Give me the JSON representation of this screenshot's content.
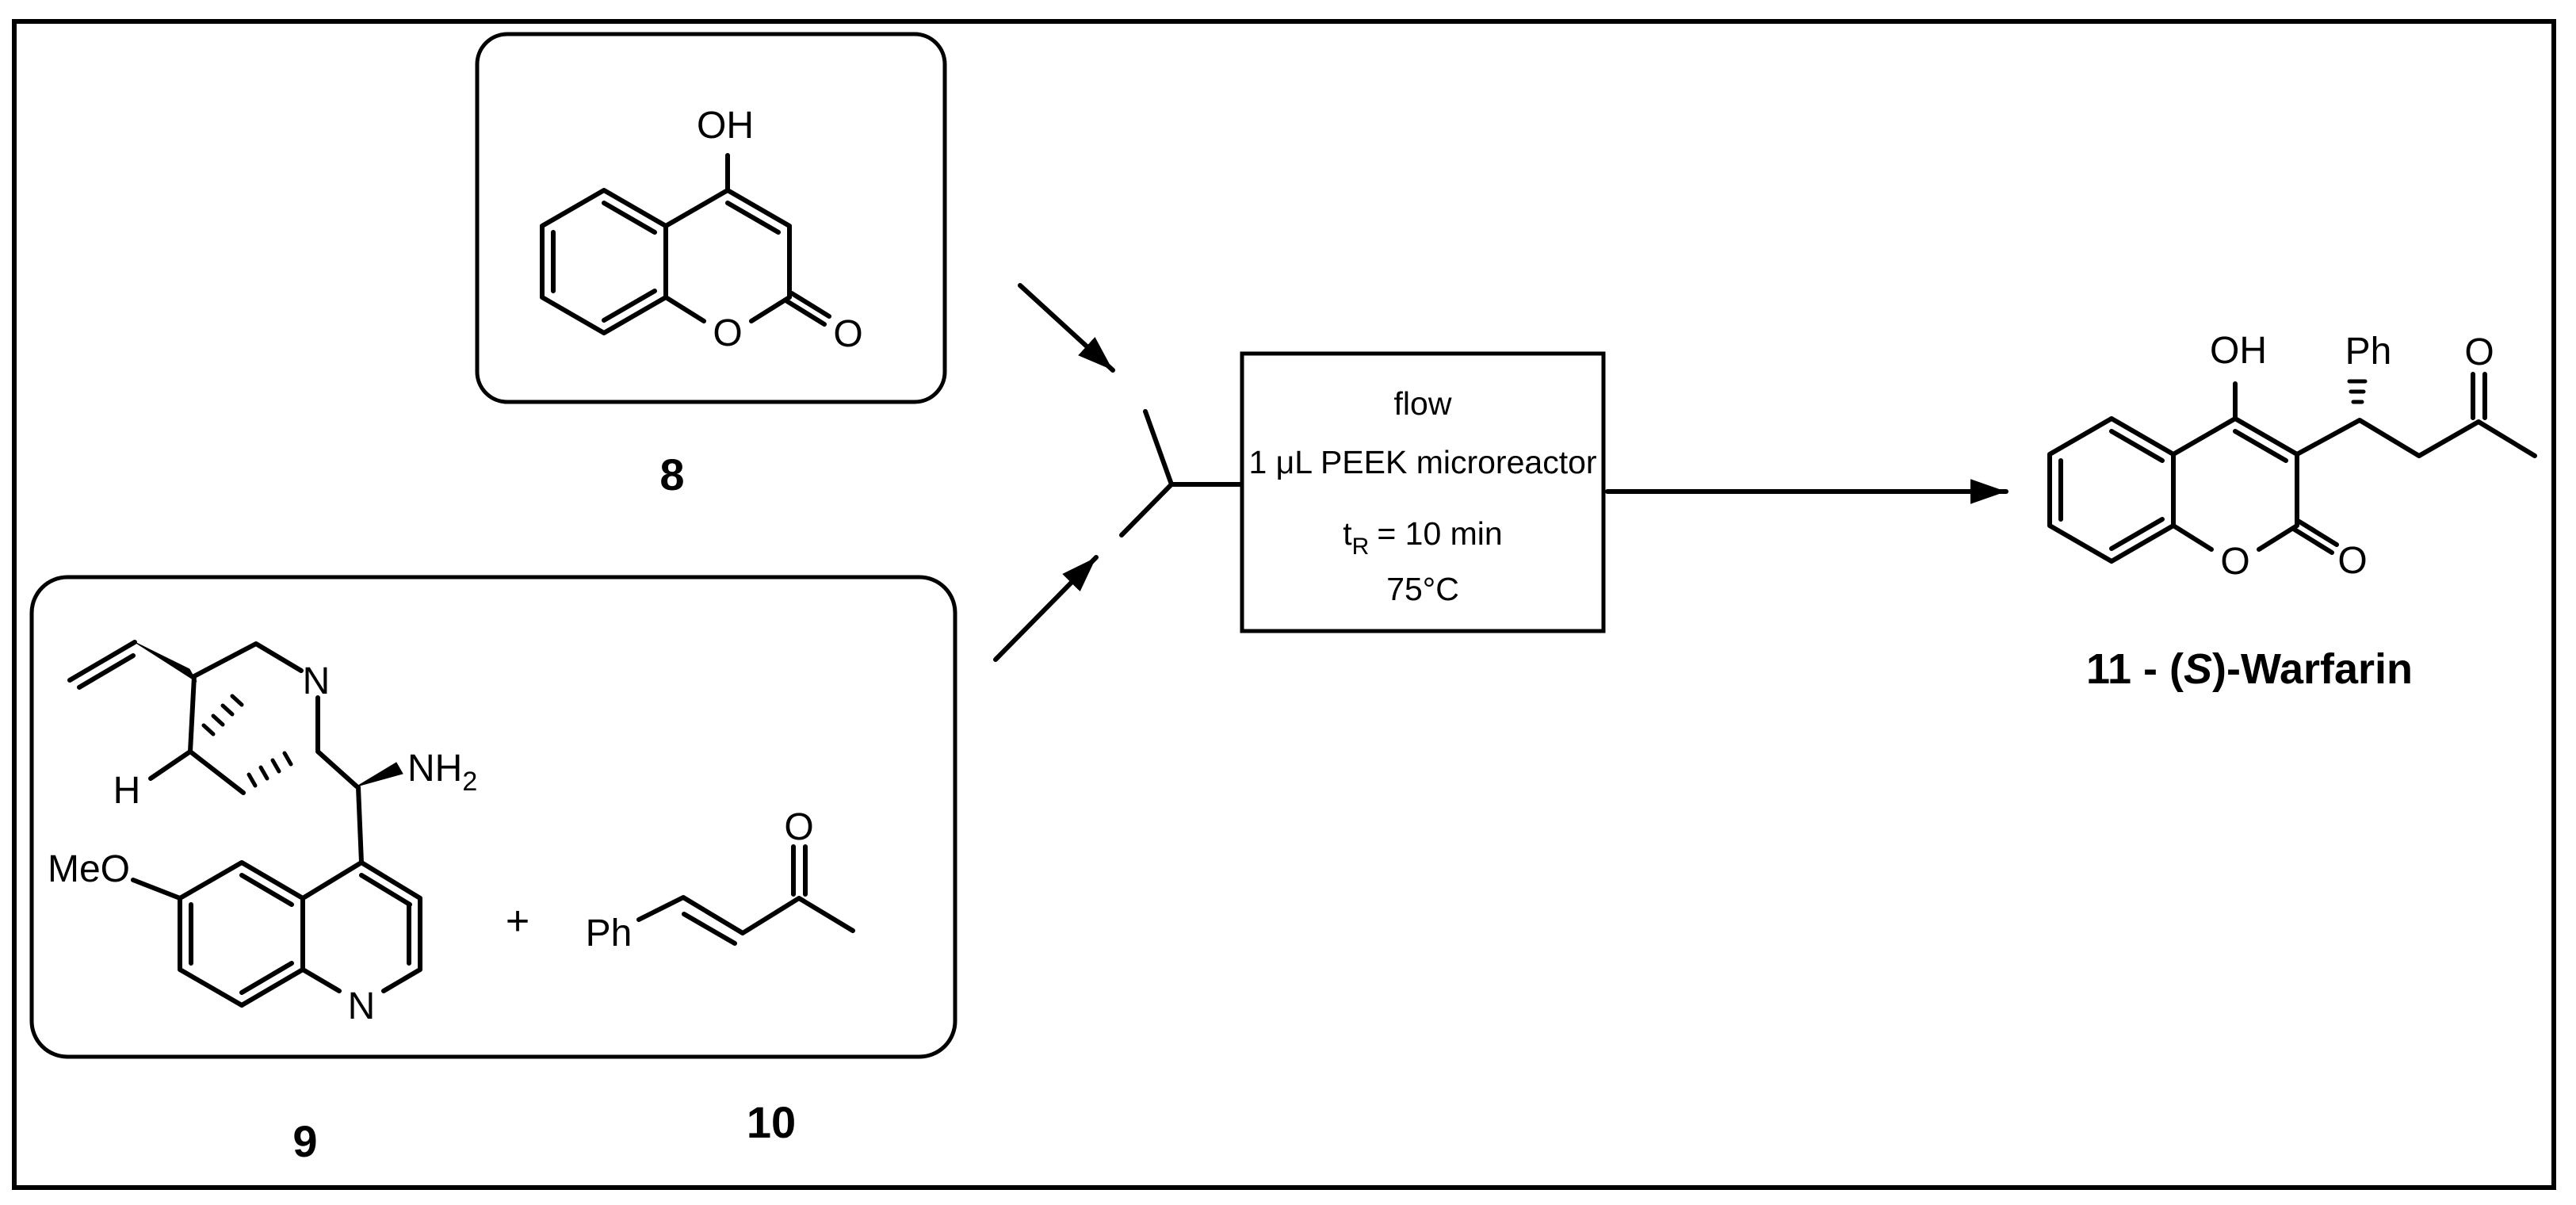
{
  "reactants": {
    "compound8": {
      "number": "8",
      "hydroxyl_label": "OH",
      "ring_oxygen_label": "O",
      "carbonyl_oxygen_label": "O"
    },
    "compound9": {
      "number": "9",
      "quinuclidine_n_label": "N",
      "bridgehead_h_label": "H",
      "amine_label": "NH",
      "amine_subscript": "2",
      "methoxy_label": "MeO",
      "quinoline_n_label": "N"
    },
    "plus_sign": "+",
    "compound10": {
      "number": "10",
      "phenyl_label": "Ph",
      "carbonyl_oxygen_label": "O"
    }
  },
  "reactor": {
    "line_mode": "flow",
    "line_device": "1 μL PEEK microreactor",
    "residence_time_symbol": "t",
    "residence_time_subscript": "R",
    "residence_time_value": "= 10 min",
    "temperature": "75°C"
  },
  "product": {
    "hydroxyl_label": "OH",
    "phenyl_label": "Ph",
    "ketone_oxygen_label": "O",
    "ring_oxygen_label": "O",
    "lactone_oxygen_label": "O",
    "name_prefix": "11 - (",
    "name_stereocenter": "S",
    "name_suffix": ")-Warfarin"
  }
}
